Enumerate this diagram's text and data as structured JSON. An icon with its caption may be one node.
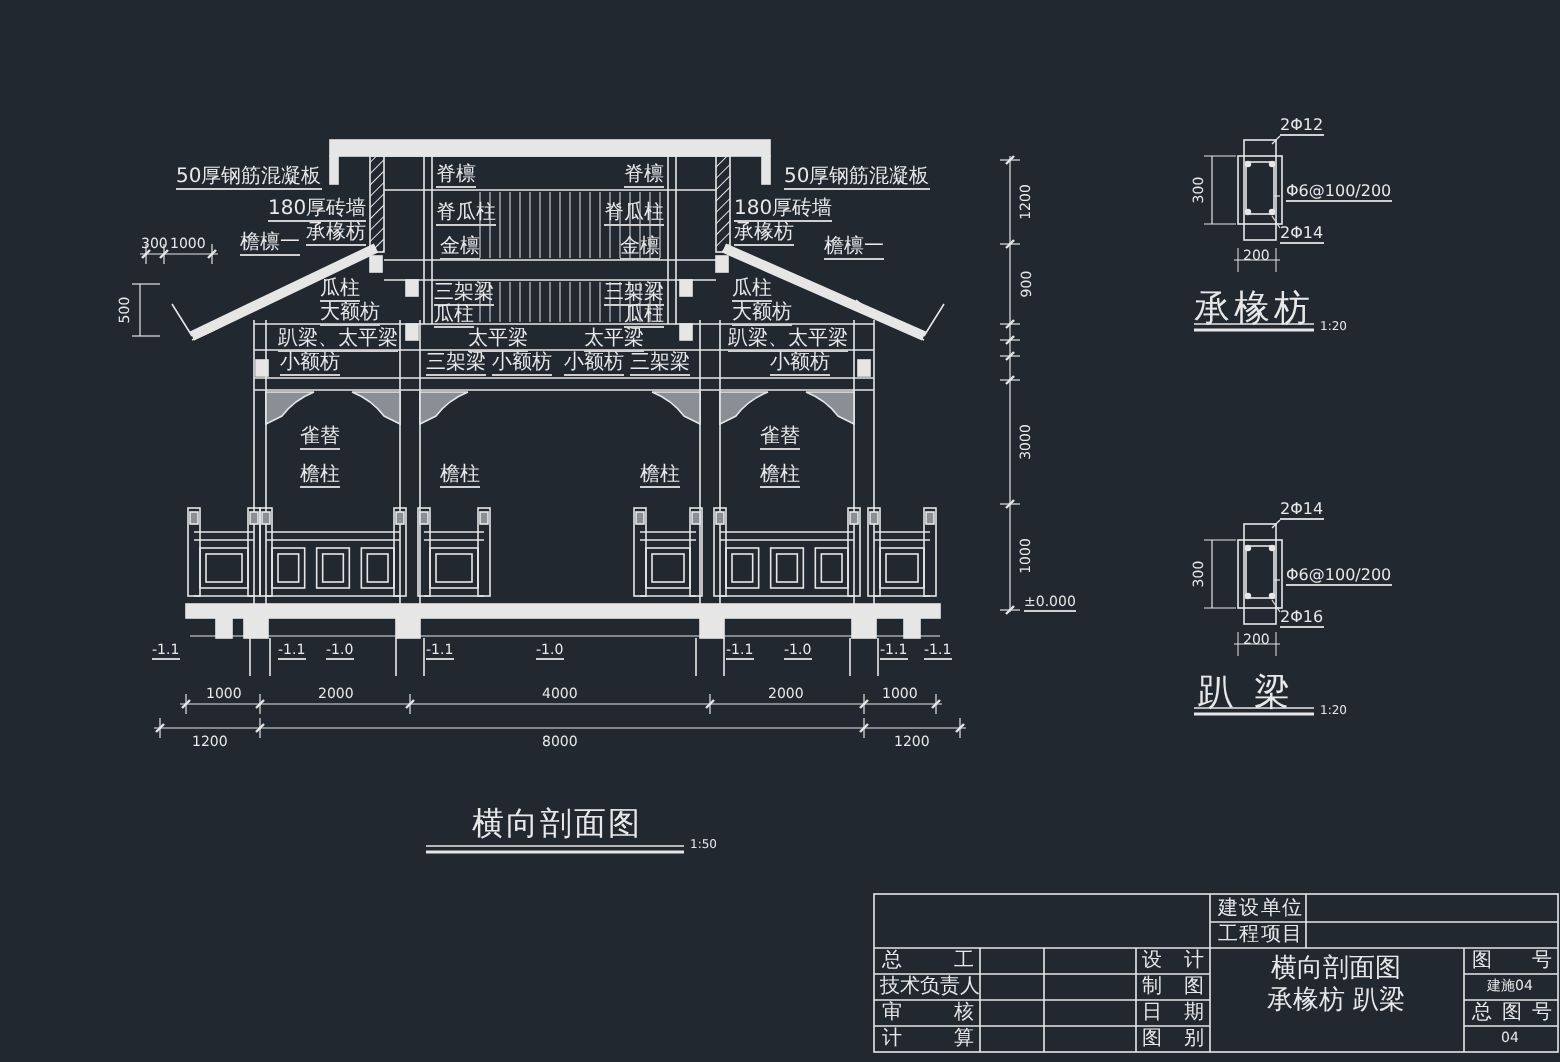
{
  "diagram": {
    "title": "横向剖面图",
    "labels": [
      "50厚钢筋混凝板",
      "180厚砖墙",
      "承椽枋",
      "檐檩一",
      "瓜柱",
      "大额枋",
      "趴梁、太平梁",
      "小额枋",
      "雀替",
      "檐柱",
      "脊檩",
      "脊瓜柱",
      "金檩",
      "三架梁",
      "瓜柱",
      "太平梁",
      "三架梁",
      "小额枋",
      "檐柱",
      "脊檩",
      "脊瓜柱",
      "金檩",
      "三架梁",
      "瓜柱",
      "太平梁",
      "小额枋",
      "三架梁",
      "檐柱",
      "50厚钢筋混凝板",
      "180厚砖墙",
      "承椽枋",
      "檐檩一",
      "瓜柱",
      "大额枋",
      "趴梁、太平梁",
      "小额枋",
      "雀替",
      "檐柱",
      "±0.000",
      "-1.1",
      "-1.1",
      "-1.0",
      "-1.1",
      "-1.0",
      "-1.1",
      "-1.0",
      "-1.1",
      "-1.1",
      "1000",
      "2000",
      "4000",
      "2000",
      "1000",
      "1200",
      "8000",
      "1200",
      "300",
      "1000",
      "500",
      "1200",
      "900",
      "3000",
      "1000",
      "2Φ12",
      "Φ6@100/200",
      "2Φ14",
      "300",
      "200",
      "承椽枋",
      "1:20",
      "2Φ14",
      "Φ6@100/200",
      "2Φ16",
      "300",
      "200",
      "趴梁",
      "1:20",
      "1:50",
      "建设单位",
      "工程项目",
      "总工",
      "技术负责人",
      "审核",
      "计算",
      "设计",
      "制图",
      "日期",
      "图别",
      "横向剖面图",
      "承椽枋 趴梁",
      "图号",
      "建施04",
      "总图号",
      "04"
    ]
  }
}
